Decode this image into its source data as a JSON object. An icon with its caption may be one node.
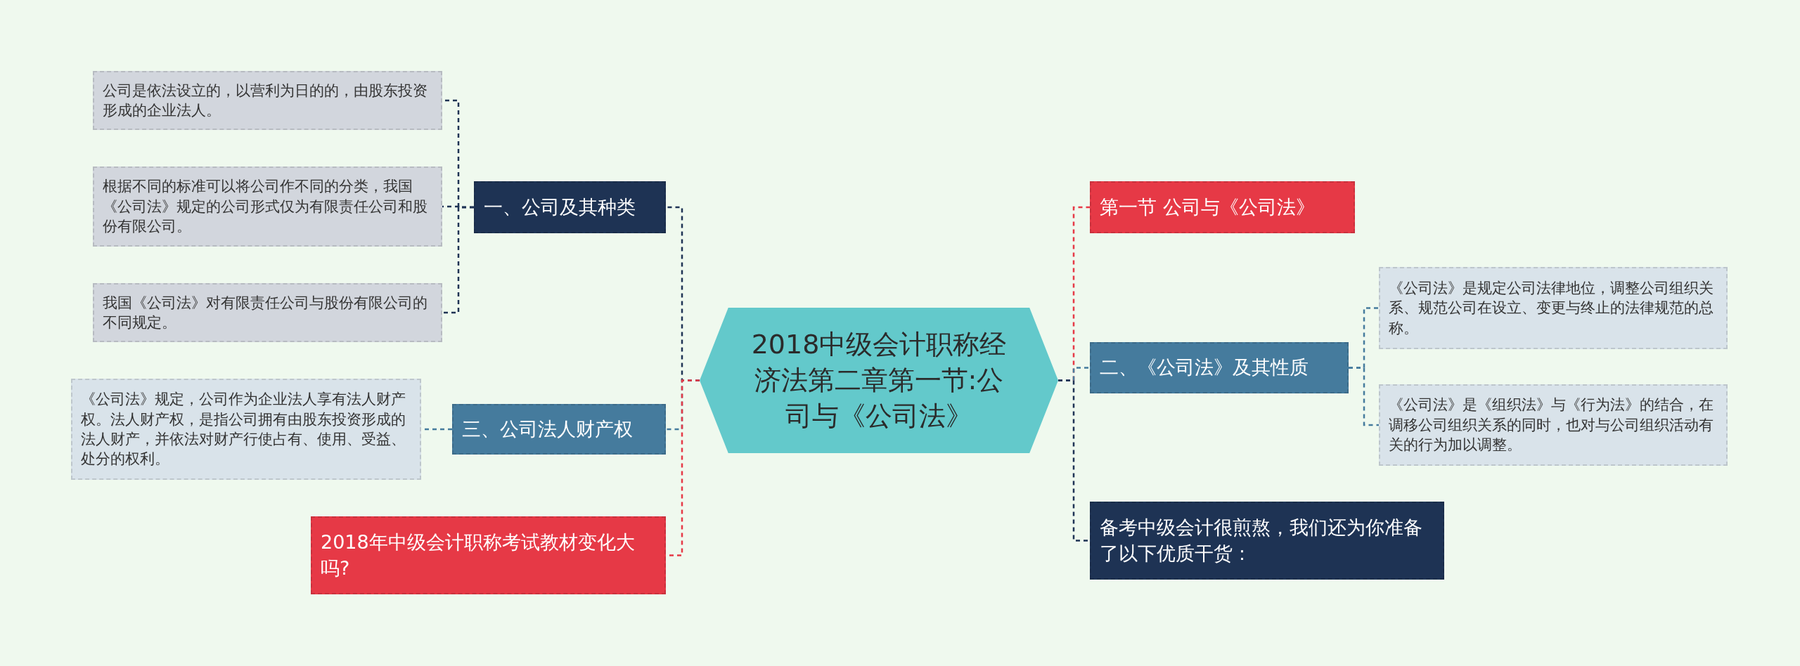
{
  "diagram": {
    "nodes": [
      {
        "text": [
          "2018中级会计职称经济法第二章第一节:公司与《公司法》"
        ]
      },
      {
        "text": [
          "一、公司及其种类"
        ]
      },
      {
        "text": [
          "公司是依法设立的，以营利为日的的，由股东投资形成的企业法人。"
        ]
      },
      {
        "text": [
          "根据不同的标准可以将公司作不同的分类，我国《公司法》规定的公司形式仅为有限责任公司和股份有限公司。"
        ]
      },
      {
        "text": [
          "我国《公司法》对有限责任公司与股份有限公司的不同规定。"
        ]
      },
      {
        "text": [
          "三、公司法人财产权"
        ]
      },
      {
        "text": [
          "《公司法》规定，公司作为企业法人享有法人财产权。法人财产权，是指公司拥有由股东投资形成的法人财产，并依法对财产行使占有、使用、受益、处分的权利。"
        ]
      },
      {
        "text": [
          "2018年中级会计职称考试教材变化大吗?"
        ]
      },
      {
        "text": [
          "第一节 公司与《公司法》"
        ]
      },
      {
        "text": [
          "二、《公司法》及其性质"
        ]
      },
      {
        "text": [
          "《公司法》是规定公司法律地位，调整公司组织关系、规范公司在设立、变更与终止的法律规范的总称。"
        ]
      },
      {
        "text": [
          "《公司法》是《组织法》与《行为法》的结合，在调移公司组织关系的同时，也对与公司组织活动有关的行为加以调整。"
        ]
      },
      {
        "text": [
          "备考中级会计很煎熬，我们还为你准备了以下优质干货："
        ]
      }
    ],
    "edges": [
      {
        "from": 0,
        "to": 1,
        "arrow": "none"
      },
      {
        "from": 0,
        "to": 5,
        "arrow": "none",
        "color": "#457b9d"
      },
      {
        "from": 0,
        "to": 7,
        "arrow": "none",
        "color": "#e63946"
      },
      {
        "from": 0,
        "to": 8,
        "arrow": "none",
        "color": "#e63946"
      },
      {
        "from": 0,
        "to": 9,
        "arrow": "none",
        "color": "#457b9d"
      },
      {
        "from": 0,
        "to": 12,
        "arrow": "none"
      },
      {
        "from": 1,
        "to": 2,
        "arrow": "none"
      },
      {
        "from": 1,
        "to": 3,
        "arrow": "none"
      },
      {
        "from": 1,
        "to": 4,
        "arrow": "none"
      },
      {
        "from": 5,
        "to": 6,
        "arrow": "none",
        "color": "#457b9d"
      },
      {
        "from": 9,
        "to": 10,
        "arrow": "none",
        "color": "#457b9d"
      },
      {
        "from": 9,
        "to": 11,
        "arrow": "none",
        "color": "#457b9d"
      }
    ]
  }
}
